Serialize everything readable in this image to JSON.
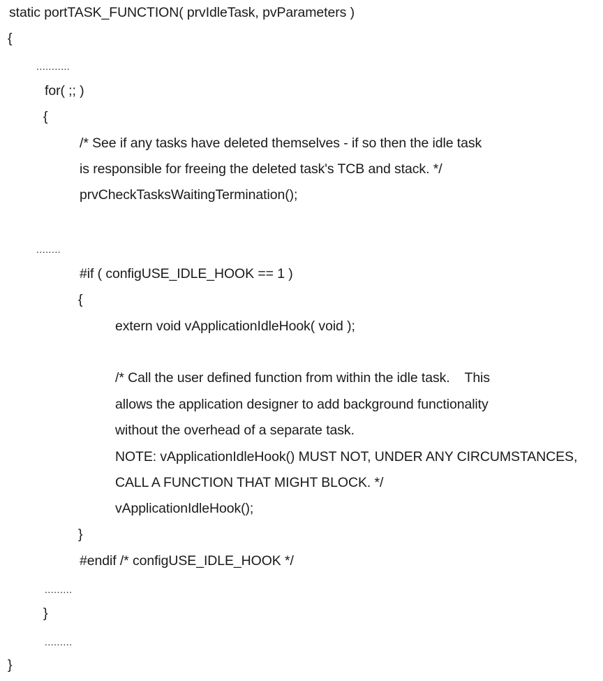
{
  "code": {
    "signature": "static portTASK_FUNCTION( prvIdleTask, pvParameters )",
    "open_brace": "{",
    "ellipsis_1": "...........",
    "for_loop": "for( ;; )",
    "for_open_brace": "{",
    "comment_1a": "/* See if any tasks have deleted themselves - if so then the idle task",
    "comment_1b": "is responsible for freeing the deleted task's TCB and stack. */",
    "call_check": "prvCheckTasksWaitingTermination();",
    "ellipsis_2": "........",
    "if_directive": "#if ( configUSE_IDLE_HOOK == 1 )",
    "if_open_brace": "{",
    "extern_decl": "extern void vApplicationIdleHook( void );",
    "comment_2a": "/* Call the user defined function from within the idle task.    This",
    "comment_2b": "allows the application designer to add background functionality",
    "comment_2c": "without the overhead of a separate task.",
    "comment_2d": "NOTE: vApplicationIdleHook() MUST NOT, UNDER ANY CIRCUMSTANCES,",
    "comment_2e": "CALL A FUNCTION THAT MIGHT BLOCK. */",
    "call_hook": "vApplicationIdleHook();",
    "if_close_brace": "}",
    "endif_directive": "#endif /* configUSE_IDLE_HOOK */",
    "ellipsis_3": ".........",
    "for_close_brace": "}",
    "ellipsis_4": ".........",
    "close_brace": "}"
  }
}
